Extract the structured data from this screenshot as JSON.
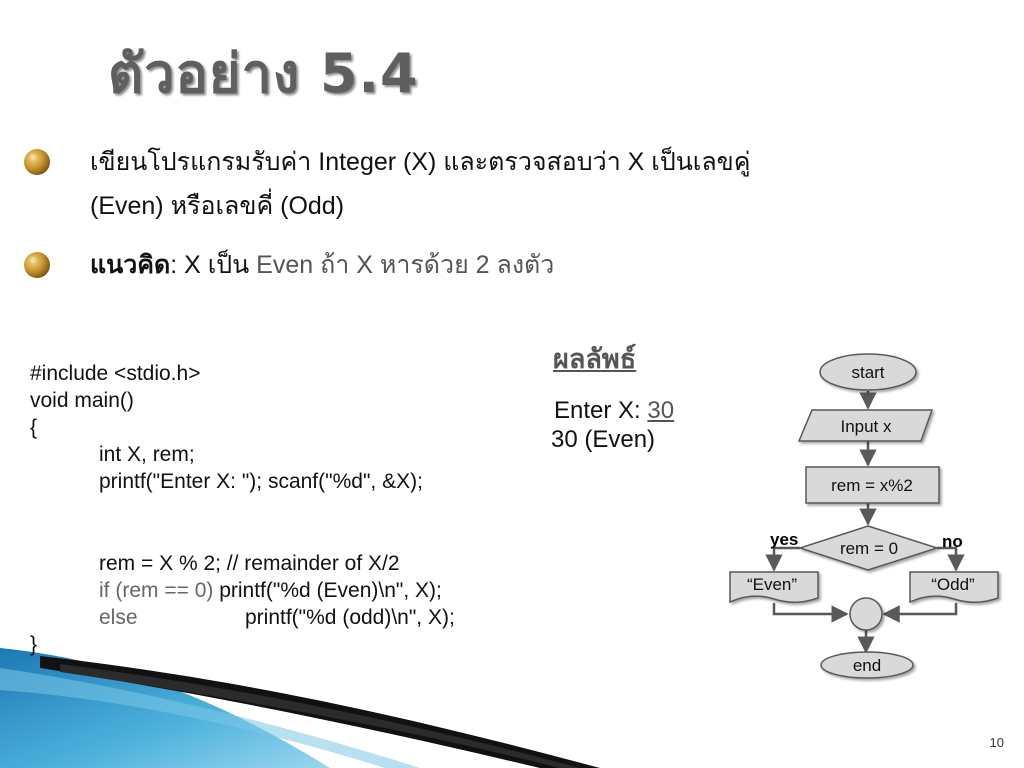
{
  "slide": {
    "title": "ตัวอย่าง 5.4",
    "bullets": {
      "b1_line1": "เขียนโปรแกรมรับค่า Integer (X) และตรวจสอบว่า X เป็นเลขคู่",
      "b1_line2": "(Even) หรือเลขคี่ (Odd)",
      "b2_keyword": "แนวคิด",
      "b2_part1": ": X เป็น",
      "b2_part2": " Even ถ้า X หารด้วย 2 ลงตัว"
    },
    "code": {
      "l1": "#include <stdio.h>",
      "l2": "void main()",
      "l3": "{",
      "l4": "int  X, rem;",
      "l5": "printf(\"Enter X: \"); scanf(\"%d\", &X);",
      "l6": "rem = X % 2;     // remainder of X/2",
      "l7_gray": "if (rem == 0)",
      "l7_rest": " printf(\"%d (Even)\\n\", X);",
      "l8_else": "else",
      "l8_rest": "printf(\"%d (odd)\\n\", X);",
      "l9": "}"
    },
    "result": {
      "title": "ผลลัพธ์",
      "prompt": "Enter X: ",
      "input": "30",
      "output": "30 (Even)"
    },
    "flowchart": {
      "start": "start",
      "input": "Input x",
      "process": "rem = x%2",
      "decision": "rem = 0",
      "yes": "yes",
      "no": "no",
      "even": "“Even”",
      "odd": "“Odd”",
      "end": "end"
    },
    "page_number": "10",
    "colors": {
      "title": "#5f5f5f",
      "shape_fill": "#d9d9d9",
      "shape_stroke": "#595959",
      "bullet_gold": "#c8962e",
      "deco_blue": "#3aa0d0"
    }
  }
}
